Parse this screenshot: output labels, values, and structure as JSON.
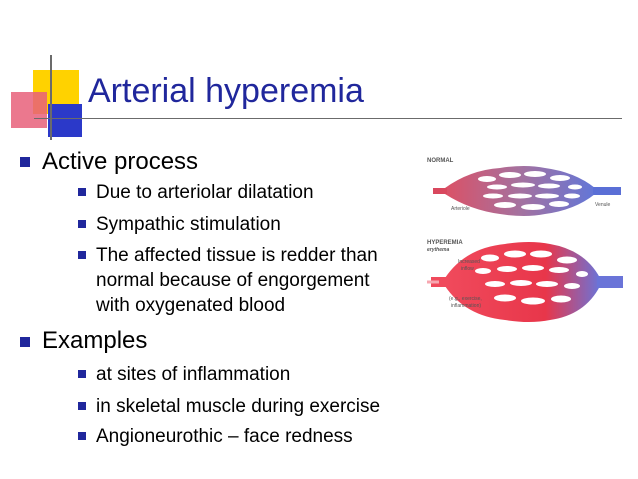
{
  "slide": {
    "title": "Arterial hyperemia",
    "bullets": [
      {
        "text": "Active process",
        "sub": [
          "Due to arteriolar dilatation",
          "Sympathic stimulation",
          "The affected tissue is redder than normal because of engorgement with oxygenated blood"
        ]
      },
      {
        "text": "Examples",
        "sub": [
          "at sites of inflammation",
          "in skeletal muscle during exercise",
          "Angioneurothic – face redness"
        ]
      }
    ]
  },
  "sub3_lines": [
    "The affected tissue is redder than",
    "normal because of engorgement",
    "with oxygenated blood"
  ],
  "figure": {
    "normal_label": "NORMAL",
    "arteriole_label": "Arteriole",
    "venule_label": "Venule",
    "hyperemia_label": "HYPEREMIA",
    "erythema_label": "erythema",
    "increased_label": "Increased",
    "inflow_label": "inflow",
    "example_line1": "(e.g., exercise,",
    "example_line2": "inflammation)"
  },
  "colors": {
    "title": "#20279c",
    "bullet": "#20279c",
    "arterial": "#e8364a",
    "venous": "#5a6fd6"
  }
}
